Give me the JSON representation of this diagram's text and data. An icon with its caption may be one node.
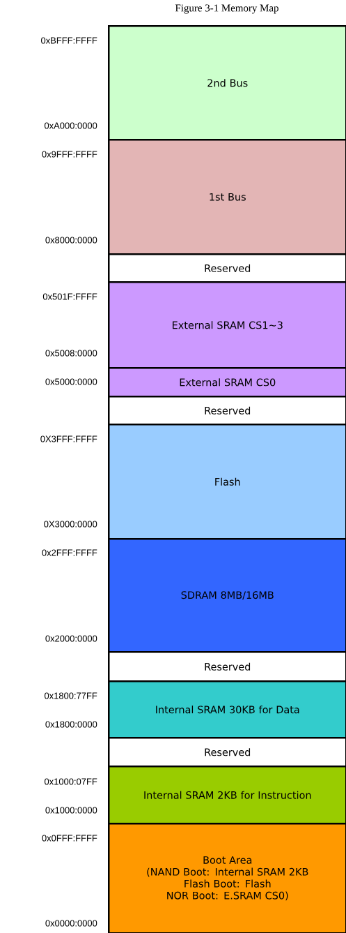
{
  "diagram": {
    "title": "Figure 3-1 Memory Map",
    "nodes": [
      {
        "text": [
          "2nd Bus"
        ]
      },
      {
        "text": [
          "1st Bus"
        ]
      },
      {
        "text": [
          "Reserved"
        ]
      },
      {
        "text": [
          "External SRAM CS1~3"
        ]
      },
      {
        "text": [
          "External SRAM CS0"
        ]
      },
      {
        "text": [
          "Reserved"
        ]
      },
      {
        "text": [
          "Flash"
        ]
      },
      {
        "text": [
          "SDRAM 8MB/16MB"
        ]
      },
      {
        "text": [
          "Reserved"
        ]
      },
      {
        "text": [
          "Internal SRAM 30KB for Data"
        ]
      },
      {
        "text": [
          "Reserved"
        ]
      },
      {
        "text": [
          "Internal SRAM 2KB for Instruction"
        ]
      },
      {
        "text": [
          "Boot Area",
          "(NAND Boot: Internal SRAM 2KB",
          "Flash Boot: Flash",
          "NOR Boot: E.SRAM CS0)"
        ]
      }
    ],
    "labels": [
      "0xBFFF:FFFF",
      "0xA000:0000",
      "0x9FFF:FFFF",
      "0x8000:0000",
      "0x501F:FFFF",
      "0x5008:0000",
      "0x5000:0000",
      "0X3FFF:FFFF",
      "0X3000:0000",
      "0x2FFF:FFFF",
      "0x2000:0000",
      "0x1800:77FF",
      "0x1800:0000",
      "0x1000:07FF",
      "0x1000:0000",
      "0x0FFF:FFFF",
      "0x0000:0000"
    ]
  }
}
